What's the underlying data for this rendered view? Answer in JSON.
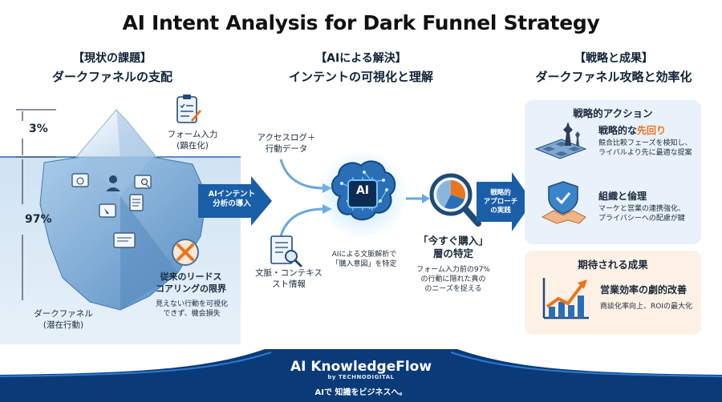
{
  "title": "AI Intent Analysis for Dark Funnel Strategy",
  "columns": {
    "left": {
      "label": "【現状の課題】",
      "heading": "ダークファネルの支配"
    },
    "middle": {
      "label": "【AIによる解決】",
      "heading": "インテントの可視化と理解"
    },
    "right": {
      "label": "【戦略と成果】",
      "heading": "ダークファネル攻略と効率化"
    }
  },
  "iceberg": {
    "pct_top": "3%",
    "pct_bottom": "97%",
    "form_label_1": "フォーム入力",
    "form_label_2": "(顕在化)",
    "problem_1": "従来のリードス",
    "problem_2": "コアリングの限界",
    "problem_desc_1": "見えない行動を可視化",
    "problem_desc_2": "できず、機会損失",
    "dark_label_1": "ダークファネル",
    "dark_label_2": "(潜在行動)"
  },
  "arrow1": {
    "line1": "AIインテント",
    "line2": "分析の導入"
  },
  "inputs": {
    "access_1": "アクセスログ＋",
    "access_2": "行動データ",
    "context_1": "文脈・コンテキス",
    "context_2": "スト情報"
  },
  "brain": {
    "chip_label": "AI",
    "caption_1": "AIによる文脈解析で",
    "caption_2": "「購入意図」を特定"
  },
  "identify": {
    "title_1": "「今すぐ購入」",
    "title_2": "層の特定",
    "desc_1": "フォーム入力前の97%",
    "desc_2": "の行動に隠れた真の",
    "desc_3": "のニーズを捉える"
  },
  "arrow2": {
    "line1": "戦略的",
    "line2": "アプローチ",
    "line3": "の実践"
  },
  "actions": {
    "heading": "戦略的アクション",
    "item1_title_a": "戦略的な",
    "item1_title_b": "先回り",
    "item1_desc_1": "競合比較フェーズを検知し、",
    "item1_desc_2": "ライバルより先に最適な提案",
    "item2_title": "組織と倫理",
    "item2_desc_1": "マーケと営業の連携強化、",
    "item2_desc_2": "プライバシーへの配慮が鍵"
  },
  "results": {
    "heading": "期待される成果",
    "title": "営業効率の劇的改善",
    "desc": "商談化率向上、ROIの最大化"
  },
  "footer": {
    "brand": "AI KnowledgeFlow",
    "by": "by TECHNODIGITAL",
    "tagline": "AIで 知識をビジネスへ。"
  },
  "colors": {
    "accent_orange": "#e8761e",
    "navy": "#0b3a78",
    "brand_blue": "#1a5aa8",
    "panel_peach": "#fdf1e6"
  }
}
